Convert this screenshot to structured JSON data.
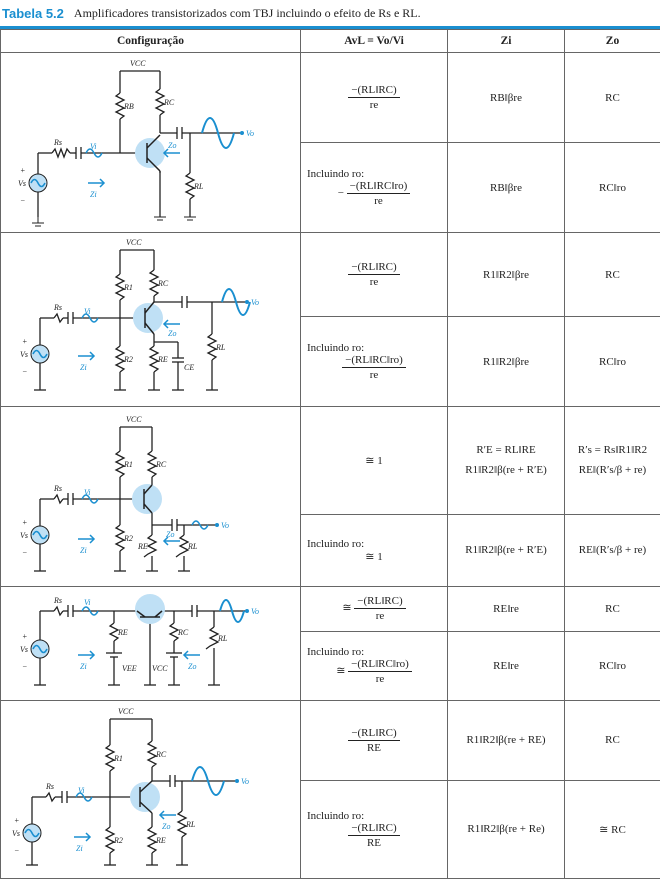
{
  "caption": {
    "number": "Tabela 5.2",
    "text": "Amplificadores transistorizados com TBJ incluindo o efeito de Rs e RL."
  },
  "headers": {
    "config": "Configuração",
    "av": "AvL = Vo/Vi",
    "zi": "Zi",
    "zo": "Zo"
  },
  "rows": [
    {
      "av1_num": "−(RL‖RC)",
      "av1_den": "re",
      "zi1": "RB‖βre",
      "zo1": "RC",
      "inc": "Incluindo ro:",
      "av2_num": "−(RL‖RC‖ro)",
      "av2_den": "re",
      "av2_prefix": "−",
      "zi2": "RB‖βre",
      "zo2": "RC‖ro"
    },
    {
      "av1_num": "−(RL‖RC)",
      "av1_den": "re",
      "zi1": "R1‖R2‖βre",
      "zo1": "RC",
      "inc": "Incluindo ro:",
      "av2_num": "−(RL‖RC‖ro)",
      "av2_den": "re",
      "zi2": "R1‖R2‖βre",
      "zo2": "RC‖ro"
    },
    {
      "av1": "≅ 1",
      "zi1a": "R′E = RL‖RE",
      "zi1b": "R1‖R2‖β(re + R′E)",
      "zo1a": "R′s = Rs‖R1‖R2",
      "zo1b": "RE‖(R′s/β + re)",
      "inc": "Incluindo ro:",
      "av2": "≅ 1",
      "zi2": "R1‖R2‖β(re + R′E)",
      "zo2": "RE‖(R′s/β + re)"
    },
    {
      "av1_prefix": "≅",
      "av1_num": "−(RL‖RC)",
      "av1_den": "re",
      "zi1": "RE‖re",
      "zo1": "RC",
      "inc": "Incluindo ro:",
      "av2_prefix": "≅",
      "av2_num": "−(RL‖RC‖ro)",
      "av2_den": "re",
      "zi2": "RE‖re",
      "zo2": "RC‖ro"
    },
    {
      "av1_num": "−(RL‖RC)",
      "av1_den": "RE",
      "zi1": "R1‖R2‖β(re + RE)",
      "zo1": "RC",
      "inc": "Incluindo ro:",
      "av2_num": "−(RL‖RC)",
      "av2_den": "RE",
      "zi2": "R1‖R2‖β(re + Re)",
      "zo2": "≅ RC"
    }
  ],
  "circuit_labels": {
    "vcc": "VCC",
    "rc": "RC",
    "rb": "RB",
    "r1": "R1",
    "r2": "R2",
    "re": "RE",
    "ce": "CE",
    "rl": "RL",
    "rs": "Rs",
    "vs": "Vs",
    "vi": "Vi",
    "vo": "Vo",
    "zi": "Zi",
    "zo": "Zo",
    "vee": "VEE",
    "plus": "+",
    "minus": "−"
  }
}
